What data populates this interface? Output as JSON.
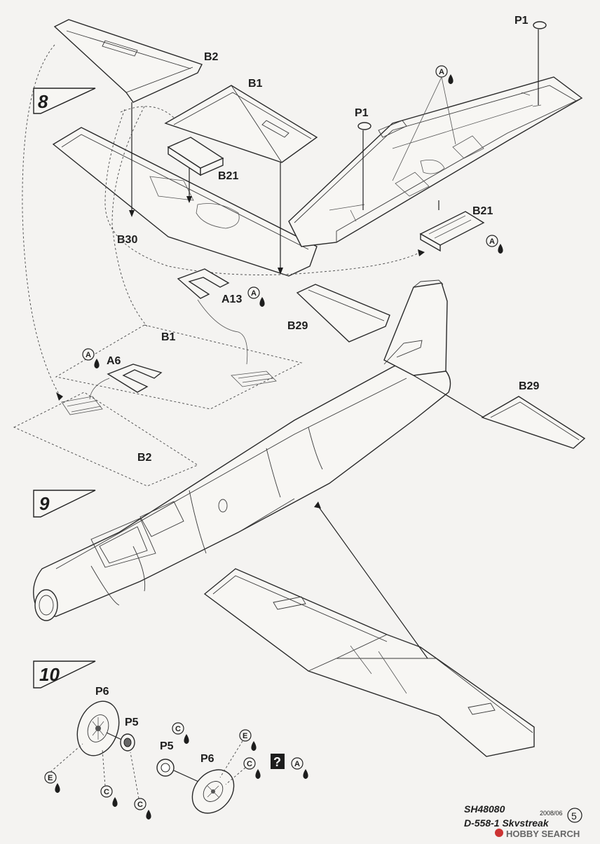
{
  "steps": [
    "8",
    "9",
    "10"
  ],
  "parts": {
    "B2": "B2",
    "B1": "B1",
    "B30": "B30",
    "B21": "B21",
    "P1": "P1",
    "A13": "A13",
    "A6": "A6",
    "B29": "B29",
    "P6": "P6",
    "P5": "P5"
  },
  "glue_codes": {
    "A": "A",
    "C": "C",
    "E": "E"
  },
  "question_mark": "?",
  "footer": {
    "code": "SH48080",
    "model": "D-558-1 Skystreak",
    "date": "2008/06",
    "page": "5",
    "watermark": "HOBBY SEARCH"
  }
}
